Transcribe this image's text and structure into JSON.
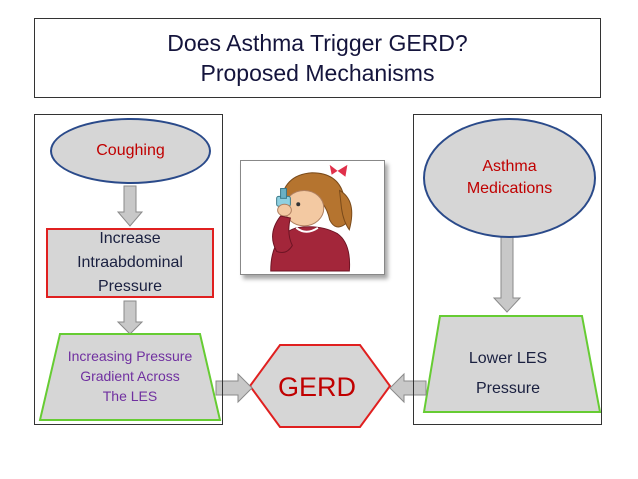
{
  "title": {
    "line1": "Does Asthma Trigger GERD?",
    "line2": "Proposed Mechanisms"
  },
  "left_column": {
    "coughing": "Coughing",
    "increase": [
      "Increase",
      "Intraabdominal",
      "Pressure"
    ],
    "gradient": [
      "Increasing Pressure",
      "Gradient Across",
      "The LES"
    ]
  },
  "right_column": {
    "medications": [
      "Asthma",
      "Medications"
    ],
    "les": [
      "Lower LES",
      "Pressure"
    ]
  },
  "center": {
    "gerd": "GERD",
    "image_icon": "child-using-inhaler"
  },
  "colors": {
    "accent_red": "#c00000",
    "purple_text": "#7030a0",
    "shape_fill": "#d6d6d6",
    "ellipse_border": "#2a4a8a",
    "rect_border": "#e02020",
    "trapezoid_border": "#66cc33",
    "hexagon_border": "#e02020",
    "arrow_fill": "#c8c8c8"
  }
}
